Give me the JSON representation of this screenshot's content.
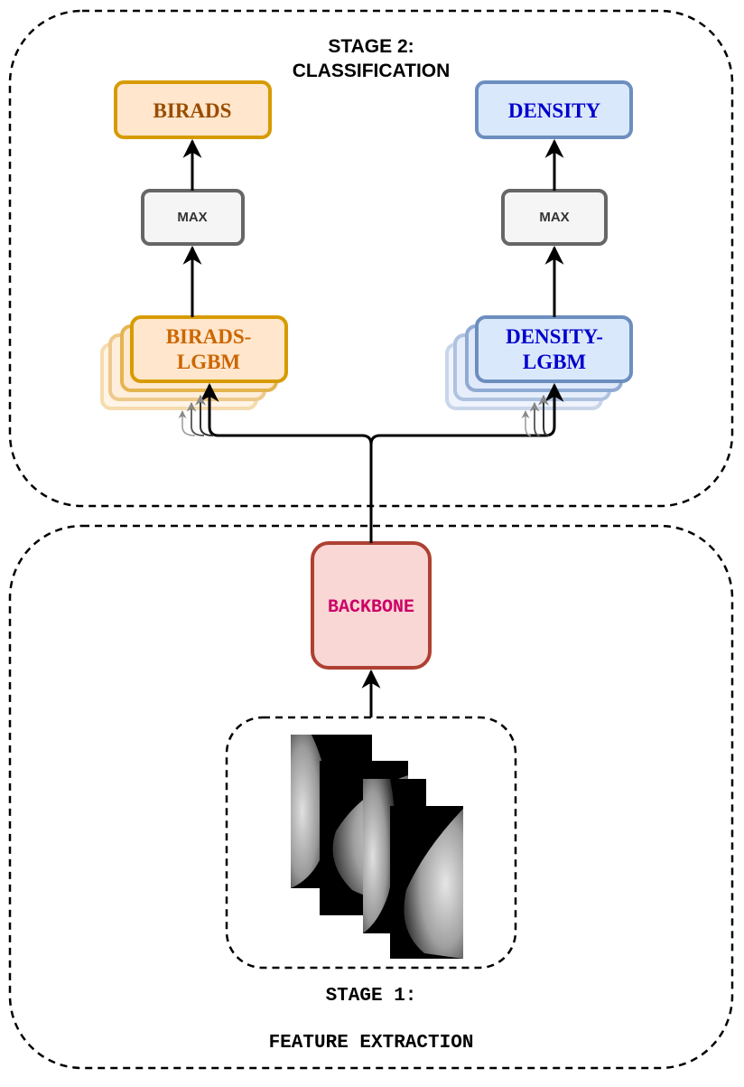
{
  "stage2": {
    "title_line1": "STAGE 2:",
    "title_line2": "CLASSIFICATION"
  },
  "stage1": {
    "title_line1": "STAGE 1:",
    "title_line2": "FEATURE EXTRACTION"
  },
  "nodes": {
    "birads": "BIRADS",
    "density": "DENSITY",
    "max_left": "MAX",
    "max_right": "MAX",
    "birads_lgbm_line1": "BIRADS-",
    "birads_lgbm_line2": "LGBM",
    "density_lgbm_line1": "DENSITY-",
    "density_lgbm_line2": "LGBM",
    "backbone": "BACKBONE"
  },
  "colors": {
    "birads_fill": "#ffe6cc",
    "birads_stroke": "#d79b00",
    "birads_text": "#994c00",
    "birads_lgbm_text": "#cc6600",
    "density_fill": "#dae8fc",
    "density_stroke": "#6c8ebf",
    "density_text": "#0000cc",
    "max_fill": "#f5f5f5",
    "max_stroke": "#666666",
    "backbone_fill": "#f8d7d5",
    "backbone_stroke": "#ae4132",
    "backbone_text": "#cc0066"
  }
}
